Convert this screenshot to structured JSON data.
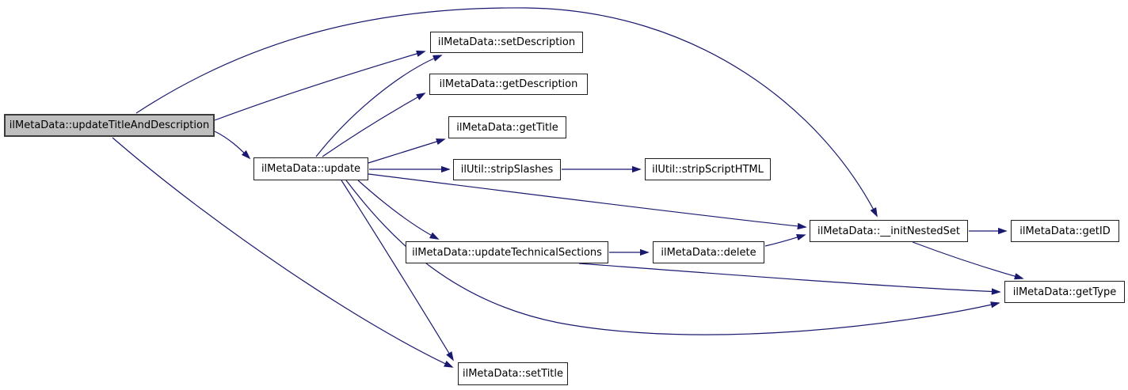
{
  "diagram": {
    "type": "doxygen-call-graph",
    "edge_color": "#191970",
    "highlight_node_fill": "#bfbfbf",
    "node_fill": "#ffffff",
    "node_border": "#1f1f1f",
    "nodes": {
      "updateTitleAndDescription": {
        "label": "ilMetaData::updateTitleAndDescription",
        "highlighted": true
      },
      "setDescription": {
        "label": "ilMetaData::setDescription",
        "highlighted": false
      },
      "getDescription": {
        "label": "ilMetaData::getDescription",
        "highlighted": false
      },
      "getTitle": {
        "label": "ilMetaData::getTitle",
        "highlighted": false
      },
      "update": {
        "label": "ilMetaData::update",
        "highlighted": false
      },
      "stripSlashes": {
        "label": "ilUtil::stripSlashes",
        "highlighted": false
      },
      "stripScriptHTML": {
        "label": "ilUtil::stripScriptHTML",
        "highlighted": false
      },
      "updateTechnicalSections": {
        "label": "ilMetaData::updateTechnicalSections",
        "highlighted": false
      },
      "delete": {
        "label": "ilMetaData::delete",
        "highlighted": false
      },
      "initNestedSet": {
        "label": "ilMetaData::__initNestedSet",
        "highlighted": false
      },
      "getID": {
        "label": "ilMetaData::getID",
        "highlighted": false
      },
      "getType": {
        "label": "ilMetaData::getType",
        "highlighted": false
      },
      "setTitle": {
        "label": "ilMetaData::setTitle",
        "highlighted": false
      }
    },
    "edges": [
      {
        "from": "updateTitleAndDescription",
        "to": "initNestedSet"
      },
      {
        "from": "updateTitleAndDescription",
        "to": "setDescription"
      },
      {
        "from": "updateTitleAndDescription",
        "to": "update"
      },
      {
        "from": "updateTitleAndDescription",
        "to": "setTitle"
      },
      {
        "from": "update",
        "to": "setDescription"
      },
      {
        "from": "update",
        "to": "getDescription"
      },
      {
        "from": "update",
        "to": "getTitle"
      },
      {
        "from": "update",
        "to": "stripSlashes"
      },
      {
        "from": "update",
        "to": "initNestedSet"
      },
      {
        "from": "update",
        "to": "updateTechnicalSections"
      },
      {
        "from": "update",
        "to": "getType"
      },
      {
        "from": "update",
        "to": "setTitle"
      },
      {
        "from": "stripSlashes",
        "to": "stripScriptHTML"
      },
      {
        "from": "updateTechnicalSections",
        "to": "delete"
      },
      {
        "from": "updateTechnicalSections",
        "to": "getType"
      },
      {
        "from": "delete",
        "to": "initNestedSet"
      },
      {
        "from": "initNestedSet",
        "to": "getID"
      },
      {
        "from": "initNestedSet",
        "to": "getType"
      }
    ]
  }
}
